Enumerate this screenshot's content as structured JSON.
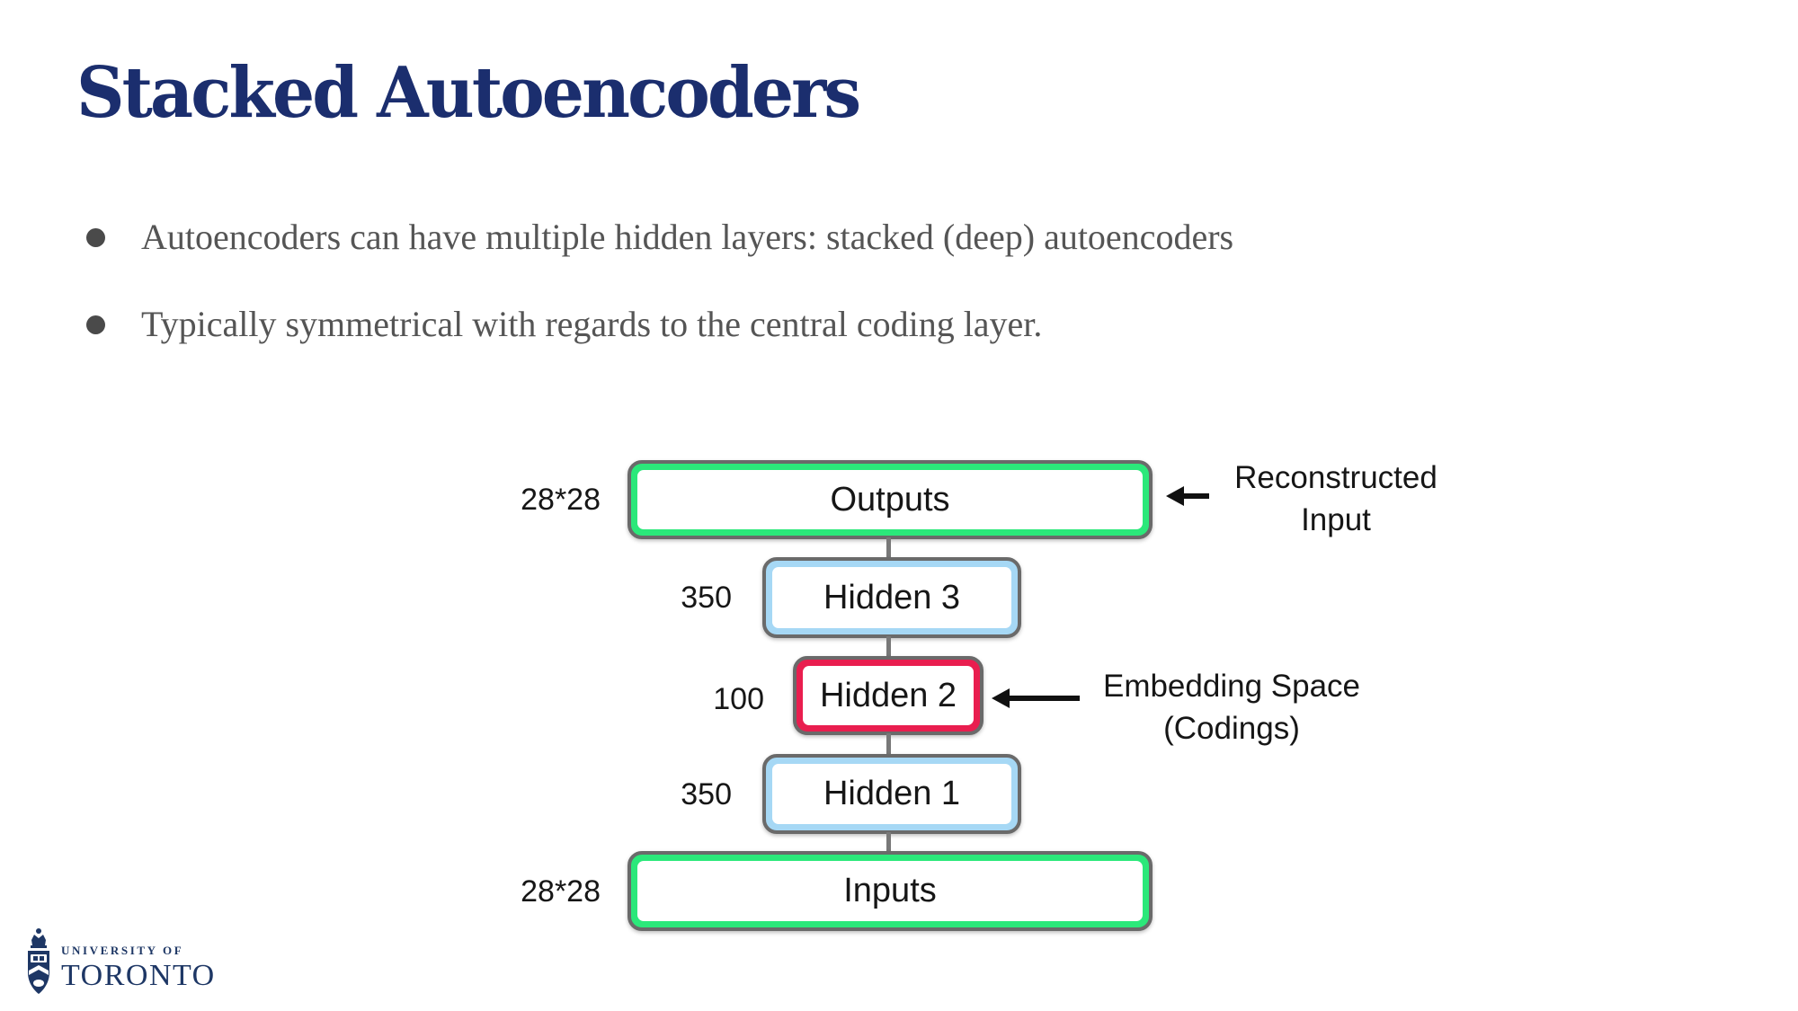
{
  "slide": {
    "title": "Stacked Autoencoders",
    "bullets": [
      "Autoencoders can have multiple hidden layers: stacked (deep) autoencoders",
      "Typically symmetrical with regards to the central coding layer."
    ]
  },
  "diagram": {
    "layers": [
      {
        "label": "Outputs",
        "size": "28*28",
        "color_role": "green"
      },
      {
        "label": "Hidden 3",
        "size": "350",
        "color_role": "blue"
      },
      {
        "label": "Hidden 2",
        "size": "100",
        "color_role": "red"
      },
      {
        "label": "Hidden 1",
        "size": "350",
        "color_role": "blue"
      },
      {
        "label": "Inputs",
        "size": "28*28",
        "color_role": "green"
      }
    ],
    "annotations": [
      {
        "line1": "Reconstructed",
        "line2": "Input",
        "points_to": "Outputs"
      },
      {
        "line1": "Embedding Space",
        "line2": "(Codings)",
        "points_to": "Hidden 2"
      }
    ],
    "colors": {
      "green": "#2be87a",
      "blue": "#a6d8f5",
      "red": "#e91e4f",
      "outer_border": "#6a6a6a",
      "connector": "#787878",
      "arrow": "#111111",
      "title": "#1b2e6e",
      "bullet_text": "#555555"
    }
  },
  "footer": {
    "logo_line1": "UNIVERSITY OF",
    "logo_line2": "TORONTO"
  }
}
